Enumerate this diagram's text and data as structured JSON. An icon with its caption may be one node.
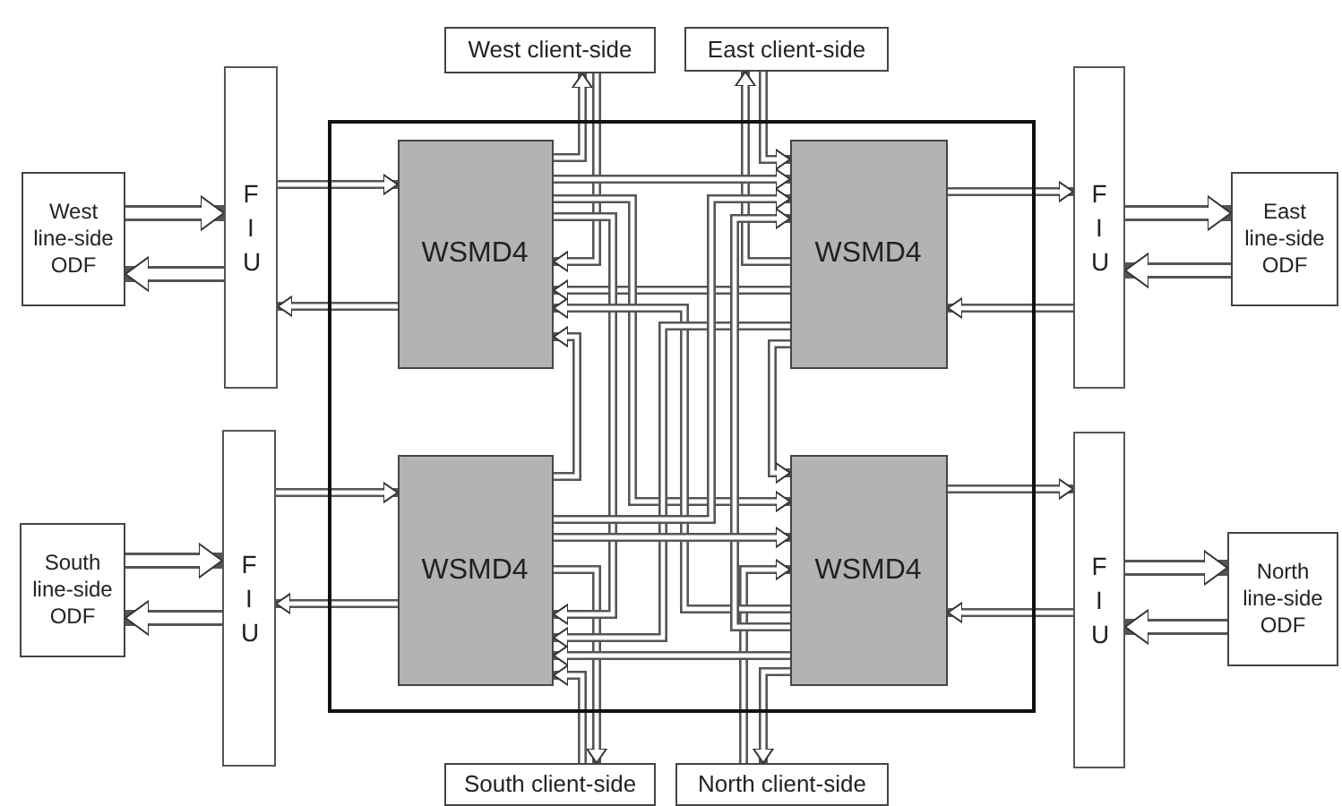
{
  "diagram": {
    "nodes": [
      {
        "text": [
          "West line-side ODF"
        ]
      },
      {
        "text": [
          "F I U"
        ]
      },
      {
        "text": [
          "South line-side ODF"
        ]
      },
      {
        "text": [
          "F I U"
        ]
      },
      {
        "text": [
          "East line-side ODF"
        ]
      },
      {
        "text": [
          "F I U"
        ]
      },
      {
        "text": [
          "North line-side ODF"
        ]
      },
      {
        "text": [
          "F I U"
        ]
      },
      {
        "text": [],
        "shape": "box"
      },
      {
        "text": [
          "WSMD4"
        ],
        "in": 8
      },
      {
        "text": [
          "WSMD4"
        ],
        "in": 8
      },
      {
        "text": [
          "WSMD4"
        ],
        "in": 8
      },
      {
        "text": [
          "WSMD4"
        ],
        "in": 8
      },
      {
        "text": [
          "West client-side"
        ]
      },
      {
        "text": [
          "East client-side"
        ]
      },
      {
        "text": [
          "South client-side"
        ]
      },
      {
        "text": [
          "North client-side"
        ]
      }
    ],
    "edges": [
      {
        "from": 0,
        "to": 1,
        "arrow": "to",
        "style": "thick"
      },
      {
        "from": 1,
        "to": 0,
        "arrow": "to",
        "style": "thick"
      },
      {
        "from": 1,
        "to": 9,
        "arrow": "to"
      },
      {
        "from": 9,
        "to": 1,
        "arrow": "to"
      },
      {
        "from": 2,
        "to": 3,
        "arrow": "to",
        "style": "thick"
      },
      {
        "from": 3,
        "to": 2,
        "arrow": "to",
        "style": "thick"
      },
      {
        "from": 3,
        "to": 11,
        "arrow": "to"
      },
      {
        "from": 11,
        "to": 3,
        "arrow": "to"
      },
      {
        "from": 5,
        "to": 4,
        "arrow": "to",
        "style": "thick"
      },
      {
        "from": 4,
        "to": 5,
        "arrow": "to",
        "style": "thick"
      },
      {
        "from": 10,
        "to": 5,
        "arrow": "to"
      },
      {
        "from": 5,
        "to": 10,
        "arrow": "to"
      },
      {
        "from": 7,
        "to": 6,
        "arrow": "to",
        "style": "thick"
      },
      {
        "from": 6,
        "to": 7,
        "arrow": "to",
        "style": "thick"
      },
      {
        "from": 12,
        "to": 7,
        "arrow": "to"
      },
      {
        "from": 7,
        "to": 12,
        "arrow": "to"
      },
      {
        "from": 9,
        "to": 13,
        "arrow": "to"
      },
      {
        "from": 13,
        "to": 9,
        "arrow": "to"
      },
      {
        "from": 10,
        "to": 14,
        "arrow": "to"
      },
      {
        "from": 14,
        "to": 10,
        "arrow": "to"
      },
      {
        "from": 11,
        "to": 15,
        "arrow": "to"
      },
      {
        "from": 15,
        "to": 11,
        "arrow": "to"
      },
      {
        "from": 16,
        "to": 12,
        "arrow": "to"
      },
      {
        "from": 12,
        "to": 16,
        "arrow": "to"
      },
      {
        "from": 9,
        "to": 10,
        "arrow": "to"
      },
      {
        "from": 10,
        "to": 9,
        "arrow": "to"
      },
      {
        "from": 9,
        "to": 11,
        "arrow": "to"
      },
      {
        "from": 11,
        "to": 9,
        "arrow": "to"
      },
      {
        "from": 9,
        "to": 12,
        "arrow": "to"
      },
      {
        "from": 12,
        "to": 9,
        "arrow": "to"
      },
      {
        "from": 10,
        "to": 11,
        "arrow": "to"
      },
      {
        "from": 11,
        "to": 10,
        "arrow": "to"
      },
      {
        "from": 10,
        "to": 12,
        "arrow": "to"
      },
      {
        "from": 12,
        "to": 10,
        "arrow": "to"
      },
      {
        "from": 11,
        "to": 12,
        "arrow": "to"
      },
      {
        "from": 12,
        "to": 11,
        "arrow": "to"
      }
    ]
  }
}
